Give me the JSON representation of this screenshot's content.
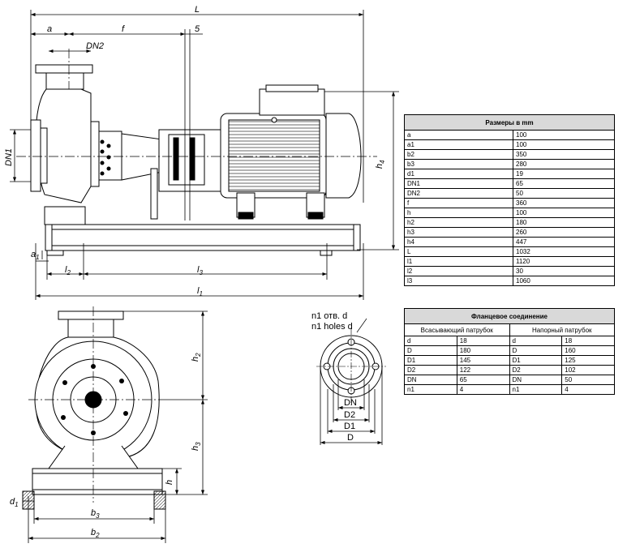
{
  "dims": {
    "L": "L",
    "a": "a",
    "f": "f",
    "five": "5",
    "DN2": "DN2",
    "DN1": "DN1",
    "h4": "h",
    "h4_sub": "4",
    "a1": "a",
    "a1_sub": "1",
    "l2": "l",
    "l2_sub": "2",
    "l3": "l",
    "l3_sub": "3",
    "l1": "l",
    "l1_sub": "1",
    "h2": "h",
    "h2_sub": "2",
    "h3": "h",
    "h3_sub": "3",
    "h": "h",
    "d1": "d",
    "d1_sub": "1",
    "b3": "b",
    "b3_sub": "3",
    "b2": "b",
    "b2_sub": "2"
  },
  "flange_drawing": {
    "holes_ru": "n1 отв. d",
    "holes_en": "n1 holes d",
    "DN": "DN",
    "D2": "D2",
    "D1": "D1",
    "D": "D"
  },
  "dimensions_table": {
    "title": "Размеры в mm",
    "rows": [
      {
        "k": "a",
        "v": "100"
      },
      {
        "k": "a1",
        "v": "100"
      },
      {
        "k": "b2",
        "v": "350"
      },
      {
        "k": "b3",
        "v": "280"
      },
      {
        "k": "d1",
        "v": "19"
      },
      {
        "k": "DN1",
        "v": "65"
      },
      {
        "k": "DN2",
        "v": "50"
      },
      {
        "k": "f",
        "v": "360"
      },
      {
        "k": "h",
        "v": "100"
      },
      {
        "k": "h2",
        "v": "180"
      },
      {
        "k": "h3",
        "v": "260"
      },
      {
        "k": "h4",
        "v": "447"
      },
      {
        "k": "L",
        "v": "1032"
      },
      {
        "k": "l1",
        "v": "1120"
      },
      {
        "k": "l2",
        "v": "30"
      },
      {
        "k": "l3",
        "v": "1060"
      }
    ]
  },
  "flange_table": {
    "title": "Фланцевое соединение",
    "suction": "Всасывающий патрубок",
    "discharge": "Напорный патрубок",
    "rows": [
      {
        "k1": "d",
        "v1": "18",
        "k2": "d",
        "v2": "18"
      },
      {
        "k1": "D",
        "v1": "180",
        "k2": "D",
        "v2": "160"
      },
      {
        "k1": "D1",
        "v1": "145",
        "k2": "D1",
        "v2": "125"
      },
      {
        "k1": "D2",
        "v1": "122",
        "k2": "D2",
        "v2": "102"
      },
      {
        "k1": "DN",
        "v1": "65",
        "k2": "DN",
        "v2": "50"
      },
      {
        "k1": "n1",
        "v1": "4",
        "k2": "n1",
        "v2": "4"
      }
    ]
  }
}
